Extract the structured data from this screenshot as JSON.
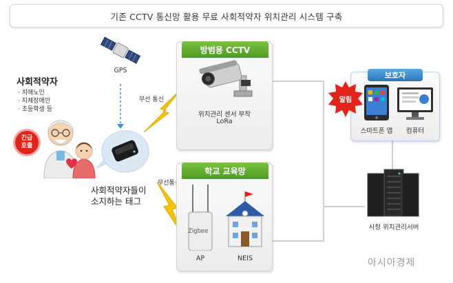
{
  "title": "기존 CCTV 통신망 활용 무료 사회적약자 위치관리 시스템 구축",
  "vulnerable": {
    "heading": "사회적약자",
    "items": [
      "· 치매노인",
      "· 지체장애인",
      "· 초등학생 등"
    ],
    "emergency_badge": "긴급\n호출"
  },
  "gps_label": "GPS",
  "tag_label_line1": "사회적약자들이",
  "tag_label_line2": "소지하는 태그",
  "wireless_top": "무선 통신",
  "wireless_bottom": "무선통신",
  "cctv_panel": {
    "title": "방범용 CCTV",
    "sensor_line1": "위치관리 센서 부착",
    "sensor_line2": "LoRa"
  },
  "school_panel": {
    "title": "학교 교육망",
    "ap_label": "AP",
    "zigbee_label": "Zigbee",
    "neis_label": "NEIS"
  },
  "guardian_panel": {
    "title": "보호자",
    "alert_badge": "알림",
    "smartphone_label": "스마트폰 앱",
    "computer_label": "컴퓨터"
  },
  "server_label": "시청 위치관리서버",
  "watermark": "아시아경제",
  "colors": {
    "green_tab": "#5fa92e",
    "blue_tab": "#3b8ad1",
    "badge_red": "#e2231a",
    "lightning": "#f5c400"
  }
}
